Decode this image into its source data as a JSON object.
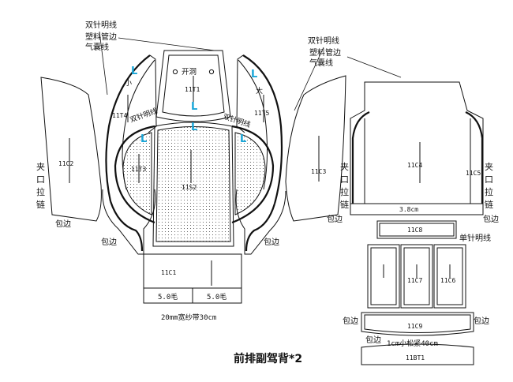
{
  "title": "前排副驾背*2",
  "callouts": {
    "left_group": [
      "双针明线",
      "塑料管边",
      "气囊线"
    ],
    "right_group": [
      "双针明线",
      "塑料管边",
      "气囊线"
    ]
  },
  "pieces": {
    "t1": {
      "code": "11T1",
      "hole_label": "开洞"
    },
    "t4": {
      "code": "11T4",
      "size": "小"
    },
    "t5": {
      "code": "11T5",
      "size": "大"
    },
    "s2": {
      "code": "11S2"
    },
    "t3": {
      "code": "11T3"
    },
    "t6_label": "双针明线",
    "t6_label2": "双针明线",
    "c2": {
      "code": "11C2"
    },
    "c3": {
      "code": "11C3"
    },
    "c4": {
      "code": "11C4"
    },
    "c5": {
      "code": "11C5"
    },
    "c8": {
      "code": "11C8"
    },
    "c7": {
      "code": "11C7"
    },
    "c6": {
      "code": "11C6"
    },
    "c9": {
      "code": "11C9"
    },
    "c1": {
      "code": "11C1"
    },
    "bt1": {
      "code": "11BT1"
    }
  },
  "markers": {
    "l": "L"
  },
  "labels": {
    "zipper_left": [
      "夹",
      "口",
      "拉",
      "链"
    ],
    "zipper_c3": [
      "夹",
      "口",
      "拉",
      "链"
    ],
    "zipper_c5": [
      "夹",
      "口",
      "拉",
      "链"
    ],
    "binding": "包边",
    "c4_strip": "3.8cm",
    "single_stitch": "单针明线",
    "c1_left": "5.0毛",
    "c1_right": "5.0毛",
    "gauze_tape": "20mm宽纱带30cm",
    "elastic": "1cm小松紧40cm"
  }
}
